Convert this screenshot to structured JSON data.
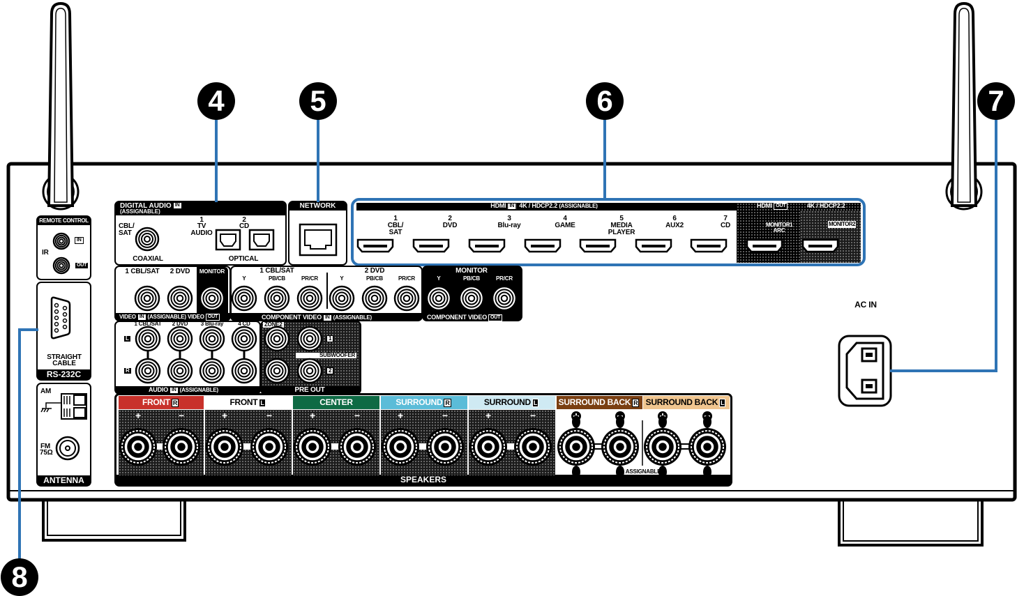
{
  "callouts": [
    "4",
    "5",
    "6",
    "7",
    "8"
  ],
  "colors": {
    "callout_line": "#2f74b5",
    "front_r": "#c8312b",
    "center": "#0e6a44",
    "surround_r": "#5bbcd8",
    "surround_l": "#cfeaf3",
    "surround_back_r": "#7a3f12",
    "surround_back_l": "#f0c58f"
  },
  "remote_control": {
    "title": "REMOTE CONTROL",
    "ir": "IR",
    "in": "IN",
    "out": "OUT"
  },
  "rs232c": {
    "cable": "STRAIGHT",
    "cable2": "CABLE",
    "title": "RS-232C"
  },
  "antenna": {
    "am": "AM",
    "fm": "FM",
    "fm_ohm": "75Ω",
    "title": "ANTENNA"
  },
  "digital_audio": {
    "title": "DIGITAL AUDIO",
    "in": "IN",
    "sub": "(ASSIGNABLE)",
    "coax_label": "CBL/",
    "coax_label2": "SAT",
    "opt1_num": "1",
    "opt1_a": "TV",
    "opt1_b": "AUDIO",
    "opt2_num": "2",
    "opt2_a": "CD",
    "coaxial": "COAXIAL",
    "optical": "OPTICAL"
  },
  "network": {
    "title": "NETWORK"
  },
  "hdmi_in": {
    "title": "HDMI",
    "in": "IN",
    "spec": "4K / HDCP2.2",
    "assignable": "(ASSIGNABLE)",
    "ports": [
      {
        "num": "1",
        "name": "CBL/",
        "name2": "SAT"
      },
      {
        "num": "2",
        "name": "DVD",
        "name2": ""
      },
      {
        "num": "3",
        "name": "Blu-ray",
        "name2": ""
      },
      {
        "num": "4",
        "name": "GAME",
        "name2": ""
      },
      {
        "num": "5",
        "name": "MEDIA",
        "name2": "PLAYER"
      },
      {
        "num": "6",
        "name": "AUX2",
        "name2": ""
      },
      {
        "num": "7",
        "name": "CD",
        "name2": ""
      }
    ]
  },
  "hdmi_out": {
    "title": "HDMI",
    "out": "OUT",
    "spec": "4K / HDCP2.2",
    "monitor1": "MONITOR1",
    "arc": "ARC",
    "monitor2": "MONITOR2"
  },
  "video": {
    "in1": "1 CBL/SAT",
    "in2": "2 DVD",
    "monitor": "MONITOR",
    "footer": "VIDEO",
    "in": "IN",
    "assignable": "(ASSIGNABLE)",
    "footer_out": "VIDEO",
    "out": "OUT"
  },
  "component_in": {
    "src1": "1 CBL/SAT",
    "src2": "2 DVD",
    "y": "Y",
    "pb": "PB/CB",
    "pr": "PR/CR",
    "footer": "COMPONENT VIDEO",
    "in": "IN",
    "assignable": "(ASSIGNABLE)"
  },
  "component_out": {
    "monitor": "MONITOR",
    "y": "Y",
    "pb": "PB/CB",
    "pr": "PR/CR",
    "footer": "COMPONENT VIDEO",
    "out": "OUT"
  },
  "audio_in": {
    "sources": [
      "1 CBL/SAT",
      "2 DVD",
      "3 Blu-ray",
      "4 CD"
    ],
    "l": "L",
    "r": "R",
    "footer": "AUDIO",
    "in": "IN",
    "assignable": "(ASSIGNABLE)"
  },
  "pre_out": {
    "zone2": "ZONE2",
    "subwoofer": "SUBWOOFER",
    "sw1": "1",
    "sw2": "2",
    "footer": "PRE OUT"
  },
  "speakers": {
    "channels": [
      {
        "name": "FRONT",
        "side": "R"
      },
      {
        "name": "FRONT",
        "side": "L"
      },
      {
        "name": "CENTER",
        "side": ""
      },
      {
        "name": "SURROUND",
        "side": "R"
      },
      {
        "name": "SURROUND",
        "side": "L"
      },
      {
        "name": "SURROUND BACK",
        "side": "R"
      },
      {
        "name": "SURROUND BACK",
        "side": "L"
      }
    ],
    "plus": "+",
    "minus": "−",
    "assignable": "ASSIGNABLE",
    "footer": "SPEAKERS"
  },
  "ac_in": {
    "label": "AC IN"
  }
}
